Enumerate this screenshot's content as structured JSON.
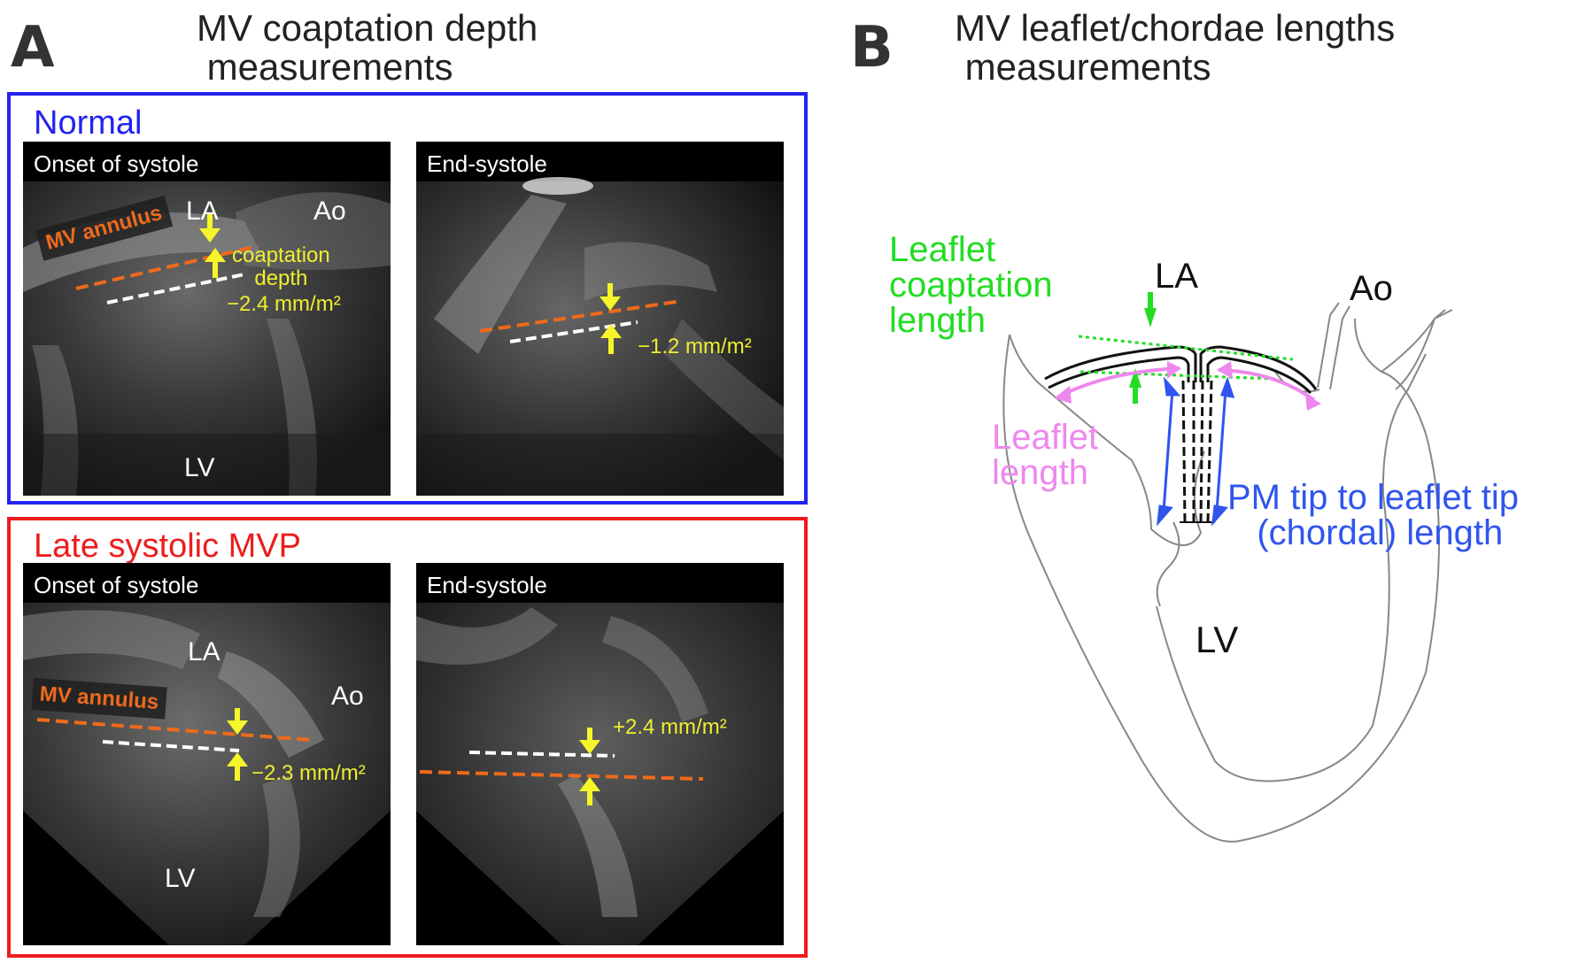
{
  "panel_a": {
    "letter": "A",
    "title": "MV coaptation depth\n measurements",
    "normal": {
      "label": "Normal",
      "onset": {
        "caption": "Onset of systole",
        "la": "LA",
        "ao": "Ao",
        "lv": "LV",
        "annulus_tag": "MV annulus",
        "coaptation_label": "coaptation\ndepth",
        "value": "−2.4 mm/m²"
      },
      "end": {
        "caption": "End-systole",
        "value": "−1.2 mm/m²"
      }
    },
    "mvp": {
      "label": "Late systolic MVP",
      "onset": {
        "caption": "Onset of systole",
        "la": "LA",
        "ao": "Ao",
        "lv": "LV",
        "annulus_tag": "MV annulus",
        "value": "−2.3 mm/m²"
      },
      "end": {
        "caption": "End-systole",
        "value": "+2.4 mm/m²"
      }
    }
  },
  "panel_b": {
    "letter": "B",
    "title": "MV leaflet/chordae lengths\n measurements",
    "labels": {
      "coaptation": "Leaflet\ncoaptation\nlength",
      "leaflet": "Leaflet\nlength",
      "chordal": "PM tip to leaflet tip\n   (chordal) length",
      "la": "LA",
      "ao": "Ao",
      "lv": "LV"
    }
  },
  "colors": {
    "normal_frame": "#2323f0",
    "mvp_frame": "#ee1c1c",
    "annulus_line": "#ee6a1c",
    "coaptation_line": "#ffffff",
    "arrow": "#f5f52a",
    "leaflet_coaptation": "#22dd22",
    "leaflet_length": "#ee88ee",
    "chordal_length": "#2f55ee"
  }
}
